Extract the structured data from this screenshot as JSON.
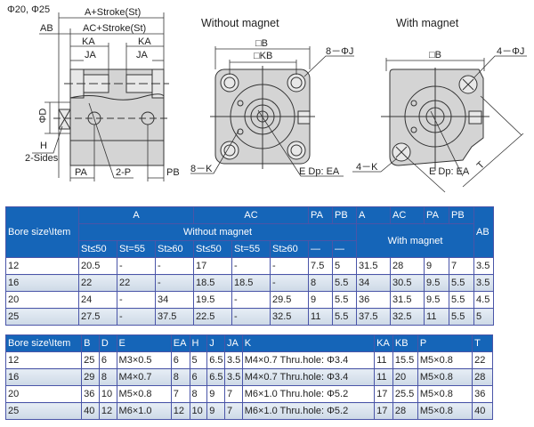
{
  "drawing": {
    "bore_label": "Φ20, Φ25",
    "side_view": {
      "dim_a": "A+Stroke(St)",
      "dim_ac": "AC+Stroke(St)",
      "dim_ab": "AB",
      "dim_ka_left": "KA",
      "dim_ka_right": "KA",
      "dim_ja_left": "JA",
      "dim_ja_right": "JA",
      "dim_d": "ΦD",
      "dim_h": "H",
      "dim_h_note": "2-Sides",
      "dim_pa": "PA",
      "dim_p": "2-P",
      "dim_pb": "PB"
    },
    "front_without_magnet": {
      "title": "Without magnet",
      "dim_b": "□B",
      "dim_kb": "□KB",
      "dim_j": "8－ΦJ",
      "dim_k": "8－K",
      "dim_e": "E Dp:  EA"
    },
    "front_with_magnet": {
      "title": "With magnet",
      "dim_b": "□B",
      "dim_j": "4－ΦJ",
      "dim_k": "4－K",
      "dim_e": "E Dp: EA",
      "dim_t": "T"
    }
  },
  "table1": {
    "corner": "Bore size\\Item",
    "group_a": "A",
    "group_ac": "AC",
    "col_pa": "PA",
    "col_pb": "PB",
    "without_magnet": "Without magnet",
    "with_magnet": "With magnet",
    "col_ab": "AB",
    "wm_cols": [
      "A",
      "AC",
      "PA",
      "PB"
    ],
    "sub_cols": [
      "St≤50",
      "St=55",
      "St≥60",
      "St≤50",
      "St=55",
      "St≥60",
      "—",
      "—"
    ],
    "rows": [
      [
        "12",
        "20.5",
        "-",
        "-",
        "17",
        "-",
        "-",
        "7.5",
        "5",
        "31.5",
        "28",
        "9",
        "7",
        "3.5"
      ],
      [
        "16",
        "22",
        "22",
        "-",
        "18.5",
        "18.5",
        "-",
        "8",
        "5.5",
        "34",
        "30.5",
        "9.5",
        "5.5",
        "3.5"
      ],
      [
        "20",
        "24",
        "-",
        "34",
        "19.5",
        "-",
        "29.5",
        "9",
        "5.5",
        "36",
        "31.5",
        "9.5",
        "5.5",
        "4.5"
      ],
      [
        "25",
        "27.5",
        "-",
        "37.5",
        "22.5",
        "-",
        "32.5",
        "11",
        "5.5",
        "37.5",
        "32.5",
        "11",
        "5.5",
        "5"
      ]
    ]
  },
  "table2": {
    "headers": [
      "Bore size\\Item",
      "B",
      "D",
      "E",
      "EA",
      "H",
      "J",
      "JA",
      "K",
      "KA",
      "KB",
      "P",
      "T"
    ],
    "rows": [
      [
        "12",
        "25",
        "6",
        "M3×0.5",
        "6",
        "5",
        "6.5",
        "3.5",
        "M4×0.7  Thru.hole: Φ3.4",
        "11",
        "15.5",
        "M5×0.8",
        "22"
      ],
      [
        "16",
        "29",
        "8",
        "M4×0.7",
        "8",
        "6",
        "6.5",
        "3.5",
        "M4×0.7  Thru.hole: Φ3.4",
        "11",
        "20",
        "M5×0.8",
        "28"
      ],
      [
        "20",
        "36",
        "10",
        "M5×0.8",
        "7",
        "8",
        "9",
        "7",
        "M6×1.0  Thru.hole: Φ5.2",
        "17",
        "25.5",
        "M5×0.8",
        "36"
      ],
      [
        "25",
        "40",
        "12",
        "M6×1.0",
        "12",
        "10",
        "9",
        "7",
        "M6×1.0  Thru.hole: Φ5.2",
        "17",
        "28",
        "M5×0.8",
        "40"
      ]
    ]
  }
}
